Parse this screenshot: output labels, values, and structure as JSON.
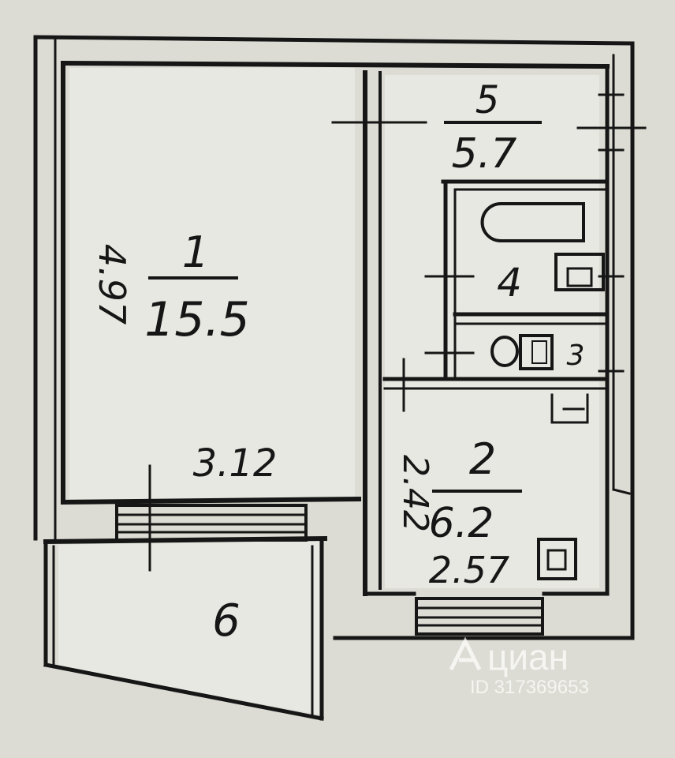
{
  "rooms": [
    {
      "number": "1",
      "area": "15.5"
    },
    {
      "number": "2",
      "area": "6.2"
    },
    {
      "number": "3"
    },
    {
      "number": "4"
    },
    {
      "number": "5",
      "area": "5.7"
    },
    {
      "number": "6"
    }
  ],
  "dimensions": {
    "room1_length": "4.97",
    "room1_width": "3.12",
    "room2_length": "2.42",
    "room2_width": "2.57"
  },
  "watermark": {
    "brand": "циан",
    "id": "ID 317369653"
  },
  "colors": {
    "paper": "#dcdcd4",
    "room_fill": "#e8e8e2",
    "ink": "#161616"
  }
}
